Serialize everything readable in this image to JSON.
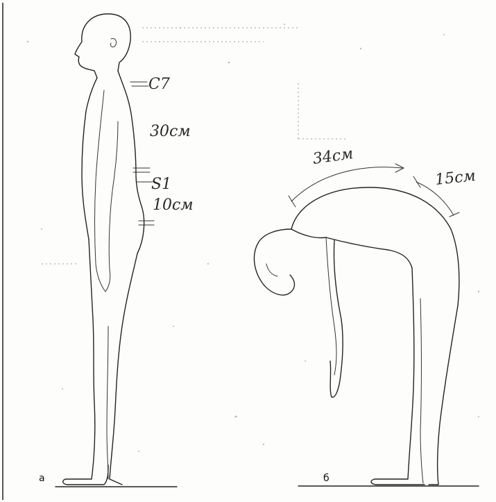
{
  "figure": {
    "panel_a": {
      "letter": "а",
      "labels": {
        "c7": "C7",
        "thoracic_length": "30см",
        "s1": "S1",
        "lumbar_length": "10см"
      }
    },
    "panel_b": {
      "letter": "б",
      "labels": {
        "thoracic_length": "34см",
        "lumbar_length": "15см"
      }
    }
  }
}
